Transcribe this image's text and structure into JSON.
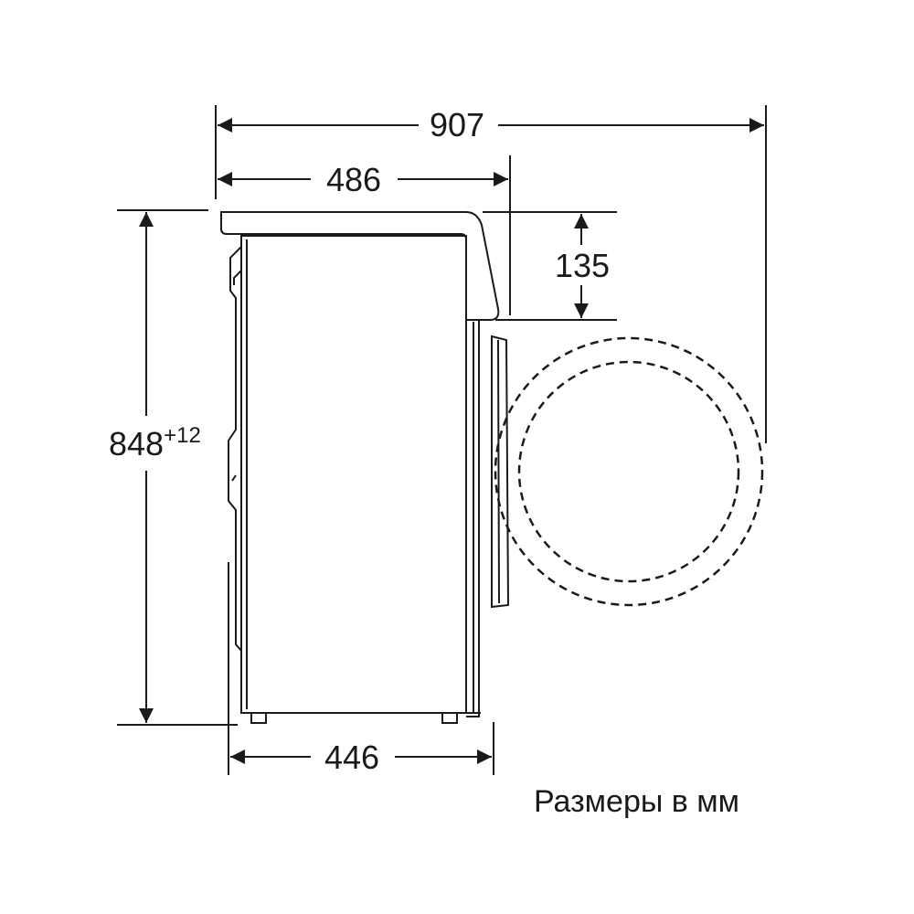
{
  "dimensions": {
    "total_depth": "907",
    "body_depth": "486",
    "base_depth": "446",
    "top_height": "135",
    "height": "848",
    "height_tolerance": "+12"
  },
  "caption": "Размеры в мм",
  "colors": {
    "line": "#1a1a1a",
    "background": "#ffffff"
  }
}
